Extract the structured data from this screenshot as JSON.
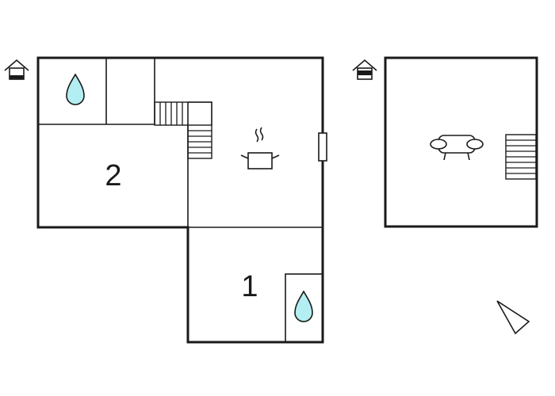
{
  "floor_plan": {
    "rooms": [
      {
        "id": "bedroom-2",
        "label": "2"
      },
      {
        "id": "bedroom-1",
        "label": "1"
      }
    ],
    "levels": [
      {
        "id": "ground-floor",
        "level_icon": "house-ground-floor-icon"
      },
      {
        "id": "upper-floor",
        "level_icon": "house-upper-floor-icon"
      }
    ],
    "icons": [
      "water-drop-icon",
      "kitchen-pot-icon",
      "sofa-icon",
      "stairs-icon",
      "window-icon",
      "north-arrow-icon"
    ],
    "colors": {
      "wall": "#1a1a1a",
      "water": "#b3eef2",
      "background": "#ffffff"
    }
  }
}
